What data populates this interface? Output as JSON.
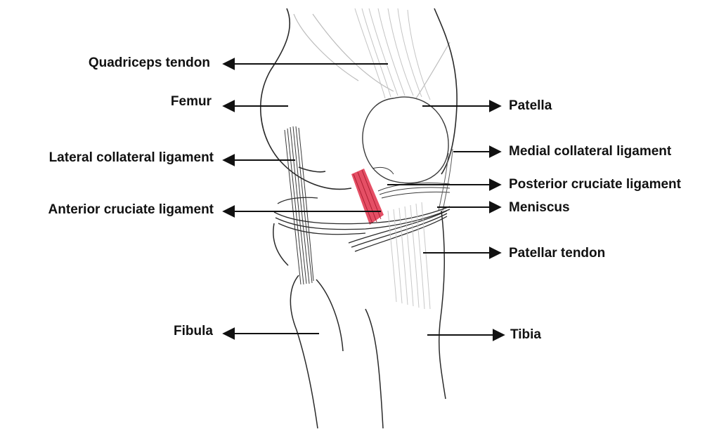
{
  "labels": {
    "quadriceps_tendon": "Quadriceps tendon",
    "femur": "Femur",
    "lateral_collateral_ligament": "Lateral collateral ligament",
    "anterior_cruciate_ligament": "Anterior cruciate ligament",
    "fibula": "Fibula",
    "patella": "Patella",
    "medial_collateral_ligament": "Medial collateral ligament",
    "posterior_cruciate_ligament": "Posterior cruciate ligament",
    "meniscus": "Meniscus",
    "patellar_tendon": "Patellar tendon",
    "tibia": "Tibia"
  },
  "colors": {
    "ink": "#2a2a2a",
    "faint": "#b9b9b9",
    "acl": "#e0304a",
    "arrow": "#111111"
  }
}
